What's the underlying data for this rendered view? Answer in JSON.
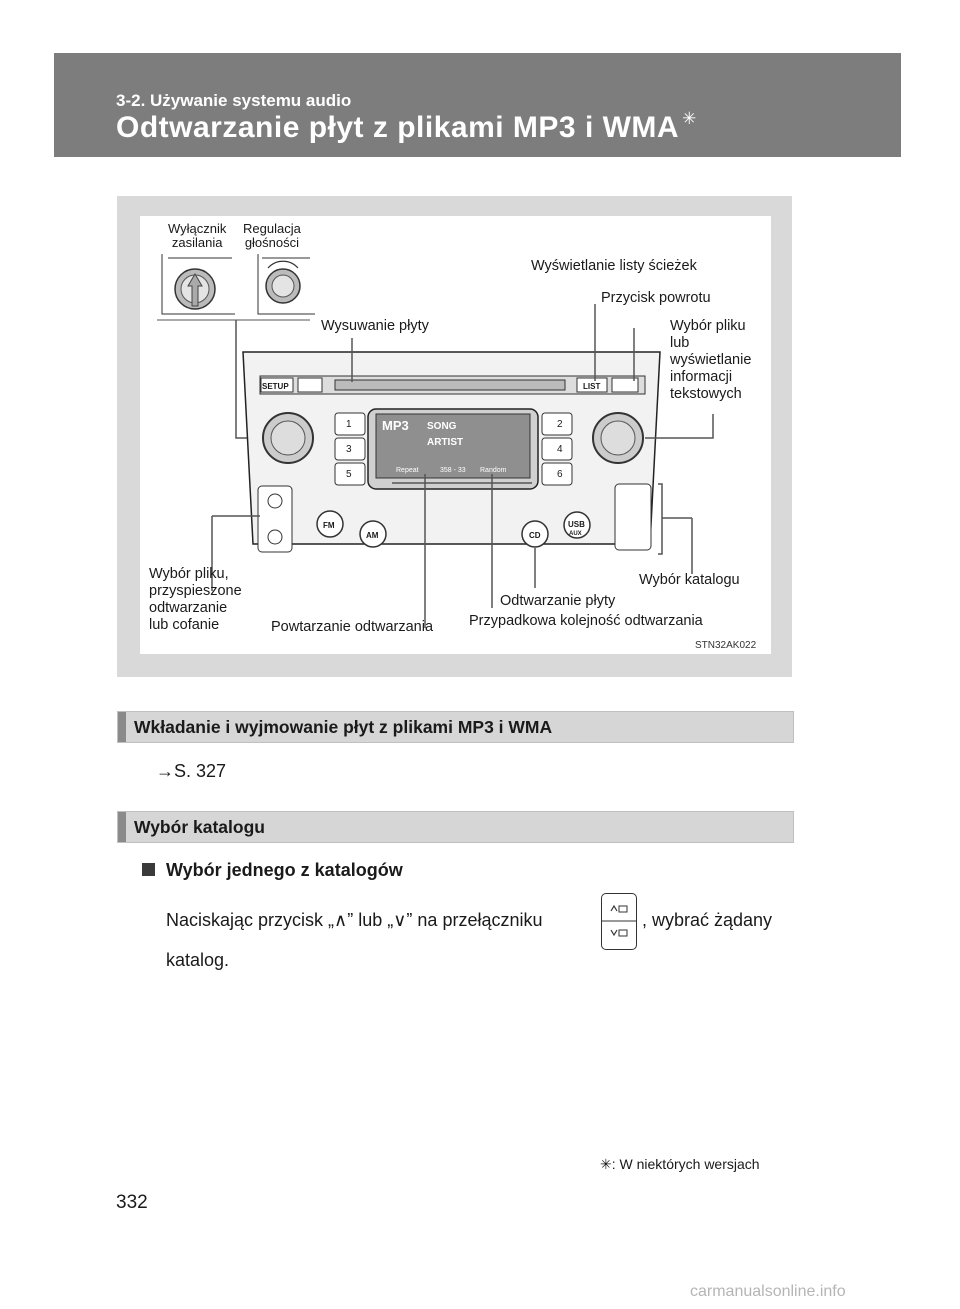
{
  "header": {
    "section": "3-2. Używanie systemu audio",
    "title": "Odtwarzanie płyt z plikami MP3 i WMA",
    "title_mark": "✳"
  },
  "figure": {
    "labels": {
      "power_switch": "Wyłącznik\nzasilania",
      "volume": "Regulacja\ngłośności",
      "track_list": "Wyświetlanie listy ścieżek",
      "back_button": "Przycisk powrotu",
      "eject": "Wysuwanie płyty",
      "file_select_info": "Wybór pliku\nlub\nwyświetlanie\ninformacji\ntekstowych",
      "file_select_ff": "Wybór pliku,\nprzyspieszone\nodtwarzanie\nlub cofanie",
      "repeat": "Powtarzanie odtwarzania",
      "disc_play": "Odtwarzanie płyty",
      "folder_select": "Wybór katalogu",
      "random": "Przypadkowa kolejność odtwarzania"
    },
    "code": "STN32AK022",
    "panel": {
      "setup": "SETUP",
      "list": "LIST",
      "fm": "FM",
      "am": "AM",
      "cd": "CD",
      "usb": "USB",
      "aux": "AUX",
      "presets": [
        "1",
        "2",
        "3",
        "4",
        "5",
        "6"
      ],
      "display_line1": "SONG",
      "display_line2": "ARTIST",
      "display_mode": "MP3",
      "display_bottom_left": "Repeat",
      "display_bottom_mid": "358 - 33",
      "display_bottom_right": "Random"
    }
  },
  "sections": [
    {
      "heading": "Wkładanie i wyjmowanie płyt z plikami MP3 i WMA",
      "ref": "→S. 327"
    },
    {
      "heading": "Wybór katalogu",
      "subheading": "Wybór jednego z katalogów",
      "text_line1_a": "Naciskając przycisk „",
      "text_line1_b": "” lub „",
      "text_line1_c": "” na przełączniku",
      "text_line1_d": ", wybrać żądany",
      "text_line2": "katalog.",
      "symbol_up": "∧",
      "symbol_down": "∨"
    }
  ],
  "footnote": ": W niektórych wersjach",
  "footnote_mark": "✳",
  "page_number": "332",
  "watermark": "carmanualsonline.info"
}
